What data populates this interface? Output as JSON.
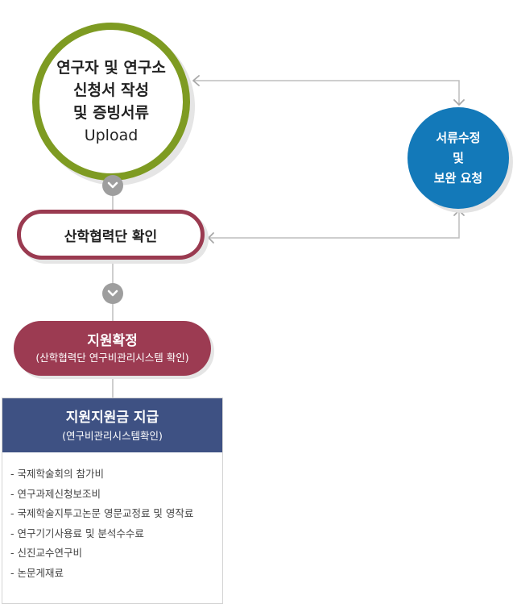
{
  "nodes": {
    "step1": {
      "lines": [
        "연구자 및 연구소",
        "신청서 작성",
        "및 증빙서류"
      ],
      "line_en": "Upload",
      "border_color": "#7e9b22"
    },
    "revision": {
      "lines": [
        "서류수정",
        "및",
        "보완 요청"
      ],
      "fill_color": "#1379b9"
    },
    "step2": {
      "label": "산학협력단 확인",
      "border_color": "#9a3a50"
    },
    "step3": {
      "title": "지원확정",
      "subtitle": "(산학협력단 연구비관리시스템 확인)",
      "fill_color": "#9c3b52"
    },
    "step4": {
      "title": "지원지원금 지급",
      "subtitle": "(연구비관리시스템확인)",
      "header_color": "#3e5183",
      "items": [
        "- 국제학술회의 참가비",
        "- 연구과제신청보조비",
        "- 국제학술지투고논문 영문교정료 및 영작료",
        "- 연구기기사용료 및 분석수수료",
        "- 신진교수연구비",
        "- 논문게재료"
      ]
    }
  },
  "colors": {
    "connector": "#b5b5b5",
    "chevron": "#9e9e9e"
  }
}
